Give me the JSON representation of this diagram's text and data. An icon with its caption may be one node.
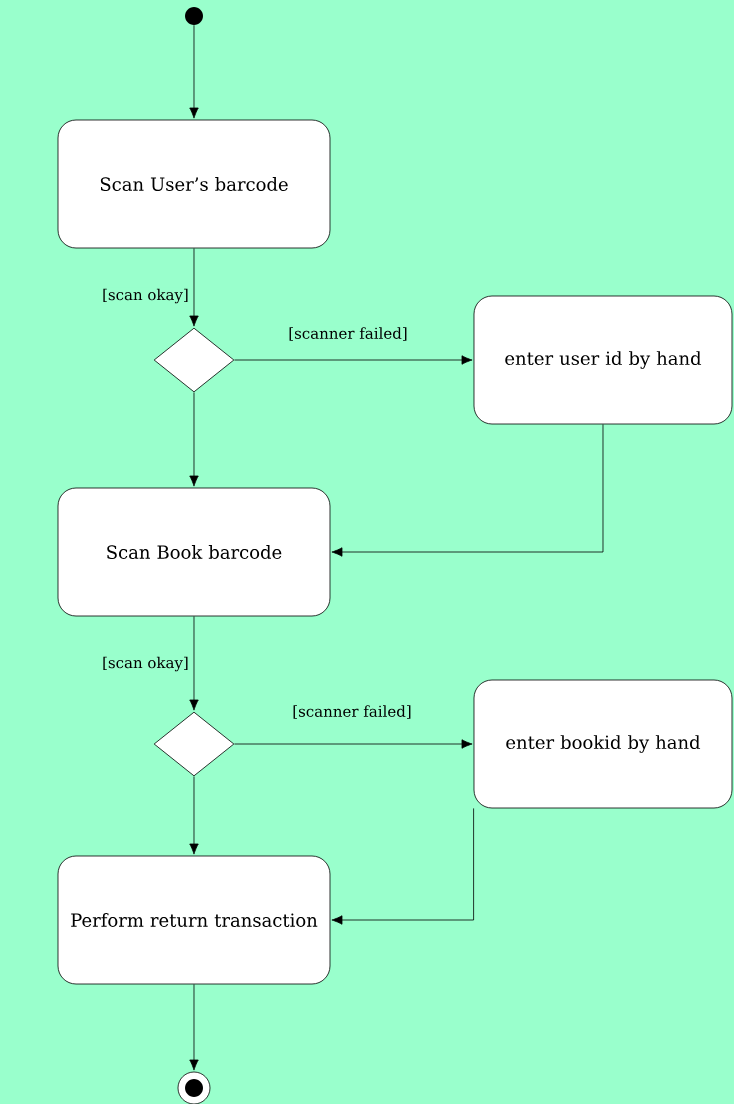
{
  "diagram": {
    "nodes": [
      {
        "text": [],
        "shape": "circle"
      },
      {
        "text": [
          "Scan User’s barcode"
        ]
      },
      {
        "text": [],
        "shape": "diamond"
      },
      {
        "text": [
          "enter user id by hand"
        ]
      },
      {
        "text": [
          "Scan Book barcode"
        ]
      },
      {
        "text": [],
        "shape": "diamond"
      },
      {
        "text": [
          "enter bookid by hand"
        ]
      },
      {
        "text": [
          "Perform return transaction"
        ]
      },
      {
        "text": [],
        "shape": "bullseye"
      }
    ],
    "edges": [
      {
        "from": 0,
        "to": 1,
        "arrow": "to"
      },
      {
        "from": 1,
        "to": 2,
        "arrow": "to",
        "label": "[scan okay]"
      },
      {
        "from": 2,
        "to": 3,
        "arrow": "to",
        "label": "[scanner failed]"
      },
      {
        "from": 2,
        "to": 4,
        "arrow": "to"
      },
      {
        "from": 3,
        "to": 4,
        "arrow": "to"
      },
      {
        "from": 4,
        "to": 5,
        "arrow": "to",
        "label": "[scan okay]"
      },
      {
        "from": 5,
        "to": 6,
        "arrow": "to",
        "label": "[scanner failed]"
      },
      {
        "from": 5,
        "to": 7,
        "arrow": "to"
      },
      {
        "from": 6,
        "to": 7,
        "arrow": "to"
      },
      {
        "from": 7,
        "to": 8,
        "arrow": "to"
      }
    ]
  }
}
